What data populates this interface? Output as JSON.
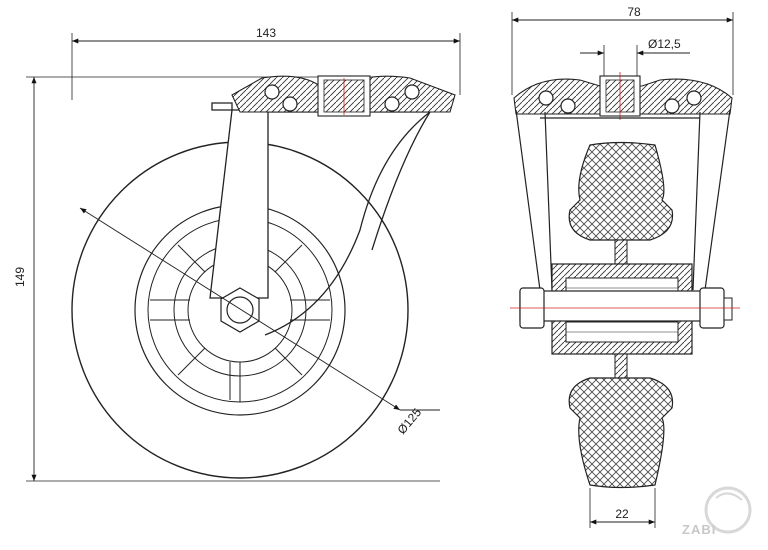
{
  "drawing": {
    "side_view": {
      "width_label": "143",
      "height_label": "149",
      "wheel_diameter_label": "Ø125"
    },
    "front_view": {
      "width_label": "78",
      "bore_label": "Ø12,5",
      "tread_label": "22"
    },
    "logo": {
      "text": "ZABI"
    }
  }
}
